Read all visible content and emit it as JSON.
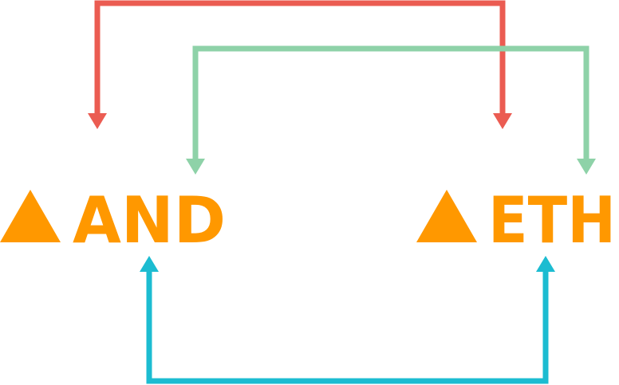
{
  "nodes": [
    {
      "id": "and",
      "label": "AND",
      "icon": "triangle-up-icon"
    },
    {
      "id": "eth",
      "label": "ETH",
      "icon": "triangle-up-icon"
    }
  ],
  "colors": {
    "node": "#FF9800",
    "connector_top": "#EB5C52",
    "connector_middle": "#8ED2A8",
    "connector_bottom": "#1CBCD1"
  }
}
